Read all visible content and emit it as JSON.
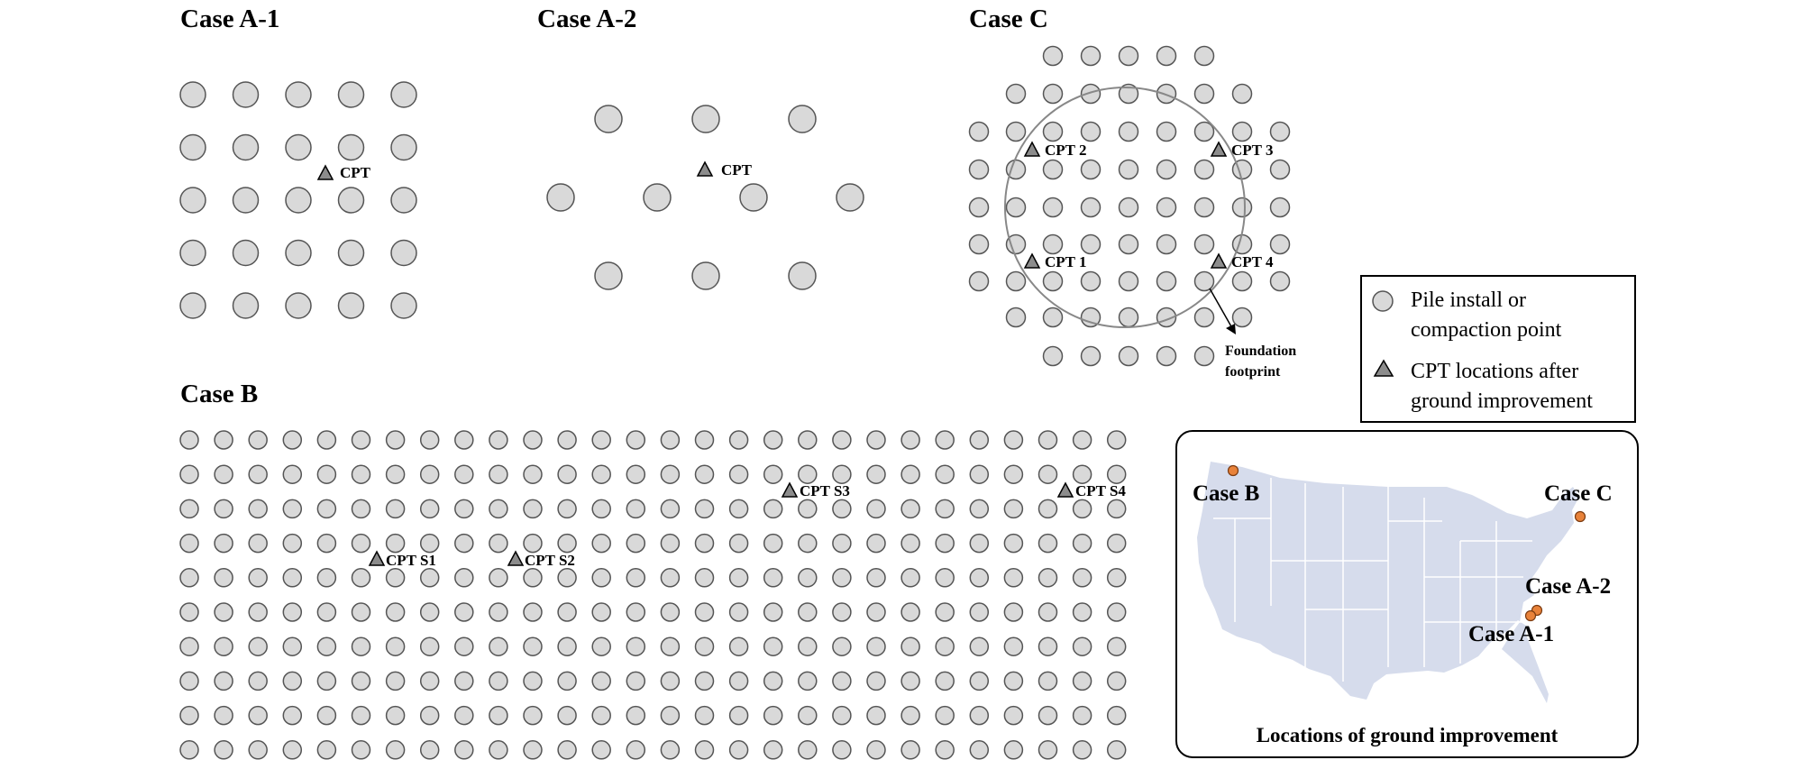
{
  "colors": {
    "pile_fill": "#d9d9d9",
    "pile_stroke": "#555555",
    "cpt_fill": "#8c8c8c",
    "map_fill": "#d6dcec",
    "map_state_lines": "#ffffff",
    "site_marker": "#e8823a",
    "footprint_circle": "#888888"
  },
  "panels": {
    "a1": {
      "title": "Case A-1",
      "cpt_label": "CPT"
    },
    "a2": {
      "title": "Case A-2",
      "cpt_label": "CPT"
    },
    "c": {
      "title": "Case C",
      "cpt_labels": [
        "CPT 2",
        "CPT 3",
        "CPT 1",
        "CPT 4"
      ],
      "footprint_label_line1": "Foundation",
      "footprint_label_line2": "footprint"
    },
    "b": {
      "title": "Case B",
      "cpt_labels": [
        "CPT S1",
        "CPT S2",
        "CPT S3",
        "CPT S4"
      ]
    }
  },
  "legend": {
    "pile_line1": "Pile install or",
    "pile_line2": "compaction point",
    "cpt_line1": "CPT locations after",
    "cpt_line2": "ground improvement"
  },
  "map": {
    "caption": "Locations of ground improvement",
    "sites": [
      {
        "name": "Case B",
        "marker_icon": "site-marker-icon"
      },
      {
        "name": "Case C",
        "marker_icon": "site-marker-icon"
      },
      {
        "name": "Case A-2",
        "marker_icon": "site-marker-icon"
      },
      {
        "name": "Case A-1",
        "marker_icon": "site-marker-icon"
      }
    ]
  }
}
